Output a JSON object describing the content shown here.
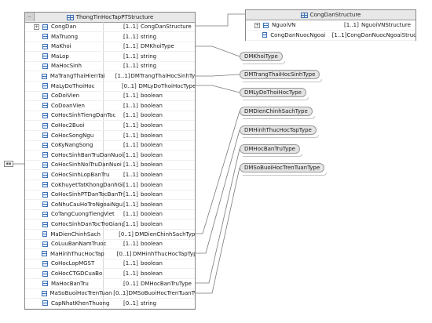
{
  "main_box": {
    "title": "ThongTinHocTapPTStructure",
    "fields": [
      {
        "name": "CongDan",
        "card": "[1..1]",
        "type": "CongDanStructure"
      },
      {
        "name": "MaTruong",
        "card": "[1..1]",
        "type": "string"
      },
      {
        "name": "MaKhoi",
        "card": "[1..1]",
        "type": "DMKhoiType"
      },
      {
        "name": "MaLop",
        "card": "[1..1]",
        "type": "string"
      },
      {
        "name": "MaHocSinh",
        "card": "[1..1]",
        "type": "string"
      },
      {
        "name": "MaTrangThaiHienTai",
        "card": "[1..1]",
        "type": "DMTrangThaiHocSinhType"
      },
      {
        "name": "MaLyDoThoiHoc",
        "card": "[0..1]",
        "type": "DMLyDoThoiHocType"
      },
      {
        "name": "CoDoiVien",
        "card": "[1..1]",
        "type": "boolean"
      },
      {
        "name": "CoDoanVien",
        "card": "[1..1]",
        "type": "boolean"
      },
      {
        "name": "CoHocSinhTiengDanToc",
        "card": "[1..1]",
        "type": "boolean"
      },
      {
        "name": "CoHoc2Buoi",
        "card": "[1..1]",
        "type": "boolean"
      },
      {
        "name": "CoHocSongNgu",
        "card": "[1..1]",
        "type": "boolean"
      },
      {
        "name": "CoKyNangSong",
        "card": "[1..1]",
        "type": "boolean"
      },
      {
        "name": "CoHocSinhBanTruDanNuoi",
        "card": "[1..1]",
        "type": "boolean"
      },
      {
        "name": "CoHocSinhNoiTruDanNuoi",
        "card": "[1..1]",
        "type": "boolean"
      },
      {
        "name": "CoHocSinhLopBanTru",
        "card": "[1..1]",
        "type": "boolean"
      },
      {
        "name": "CoKhuyetTatKhongDanhGia",
        "card": "[1..1]",
        "type": "boolean"
      },
      {
        "name": "CoHocSinhPTDanTocBanTru",
        "card": "[1..1]",
        "type": "boolean"
      },
      {
        "name": "CoNhuCauHoTroNgoaiNgu",
        "card": "[1..1]",
        "type": "boolean"
      },
      {
        "name": "CoTangCuongTiengViet",
        "card": "[1..1]",
        "type": "boolean"
      },
      {
        "name": "CoHocSinhDanTocTroGiang",
        "card": "[1..1]",
        "type": "boolean"
      },
      {
        "name": "MaDienChinhSach",
        "card": "[0..1]",
        "type": "DMDienChinhSachType"
      },
      {
        "name": "CoLuuBanNamTruoc",
        "card": "[1..1]",
        "type": "boolean"
      },
      {
        "name": "MaHinhThucHocTap",
        "card": "[0..1]",
        "type": "DMHinhThucHocTapType"
      },
      {
        "name": "CoHocLopMGST",
        "card": "[1..1]",
        "type": "boolean"
      },
      {
        "name": "CoHocCTGDCuaBo",
        "card": "[1..1]",
        "type": "boolean"
      },
      {
        "name": "MaHocBanTru",
        "card": "[0..1]",
        "type": "DMHocBanTruType"
      },
      {
        "name": "MaSoBuoiHocTrenTuan",
        "card": "[0..1]",
        "type": "DMSoBuoiHocTrenTuanType"
      },
      {
        "name": "CapNhatKhenThuong",
        "card": "[0..1]",
        "type": "string"
      }
    ]
  },
  "congdan_box": {
    "title": "CongDanStructure",
    "fields": [
      {
        "name": "NguoiVN",
        "card": "[1..1]",
        "type": "NguoiVNStructure"
      },
      {
        "name": "CongDanNuocNgoai",
        "card": "[1..1]",
        "type": "CongDanNuocNgoaiStructure"
      }
    ]
  },
  "type_tags": [
    "DMKhoiType",
    "DMTrangThaiHocSinhType",
    "DMLyDoThoiHocType",
    "DMDienChinhSachType",
    "DMHinhThucHocTapType",
    "DMHocBanTruType",
    "DMSoBuoiHocTrenTuanType"
  ],
  "colors": {
    "connector": "#7a7a7a",
    "field_icon": "#3a6fb5",
    "header_bg": "#e8e8e8"
  }
}
